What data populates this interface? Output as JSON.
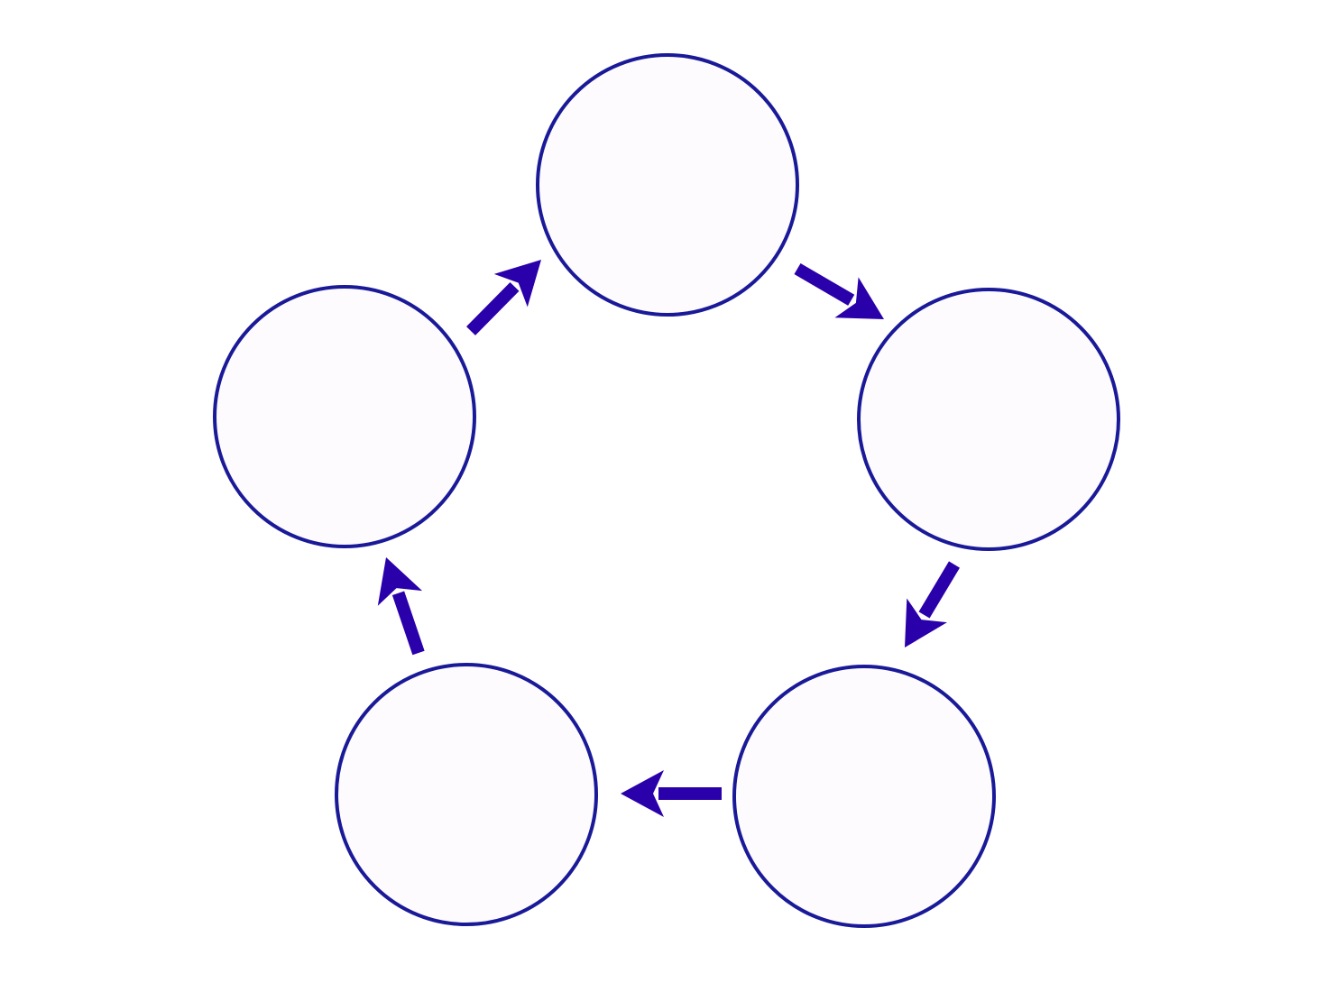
{
  "diagram": {
    "kind": "cycle",
    "node_count": 5,
    "nodes": [
      {
        "id": "top",
        "label": ""
      },
      {
        "id": "right",
        "label": ""
      },
      {
        "id": "bottom-right",
        "label": ""
      },
      {
        "id": "bottom-left",
        "label": ""
      },
      {
        "id": "left",
        "label": ""
      }
    ],
    "edges": [
      {
        "from": "top",
        "to": "right"
      },
      {
        "from": "right",
        "to": "bottom-right"
      },
      {
        "from": "bottom-right",
        "to": "bottom-left"
      },
      {
        "from": "bottom-left",
        "to": "left"
      },
      {
        "from": "left",
        "to": "top"
      }
    ],
    "direction": "clockwise"
  },
  "colors": {
    "circle_stroke": "#1a1a99",
    "circle_fill": "#fdfbfd",
    "arrow": "#2a00aa",
    "background": "#ffffff"
  }
}
